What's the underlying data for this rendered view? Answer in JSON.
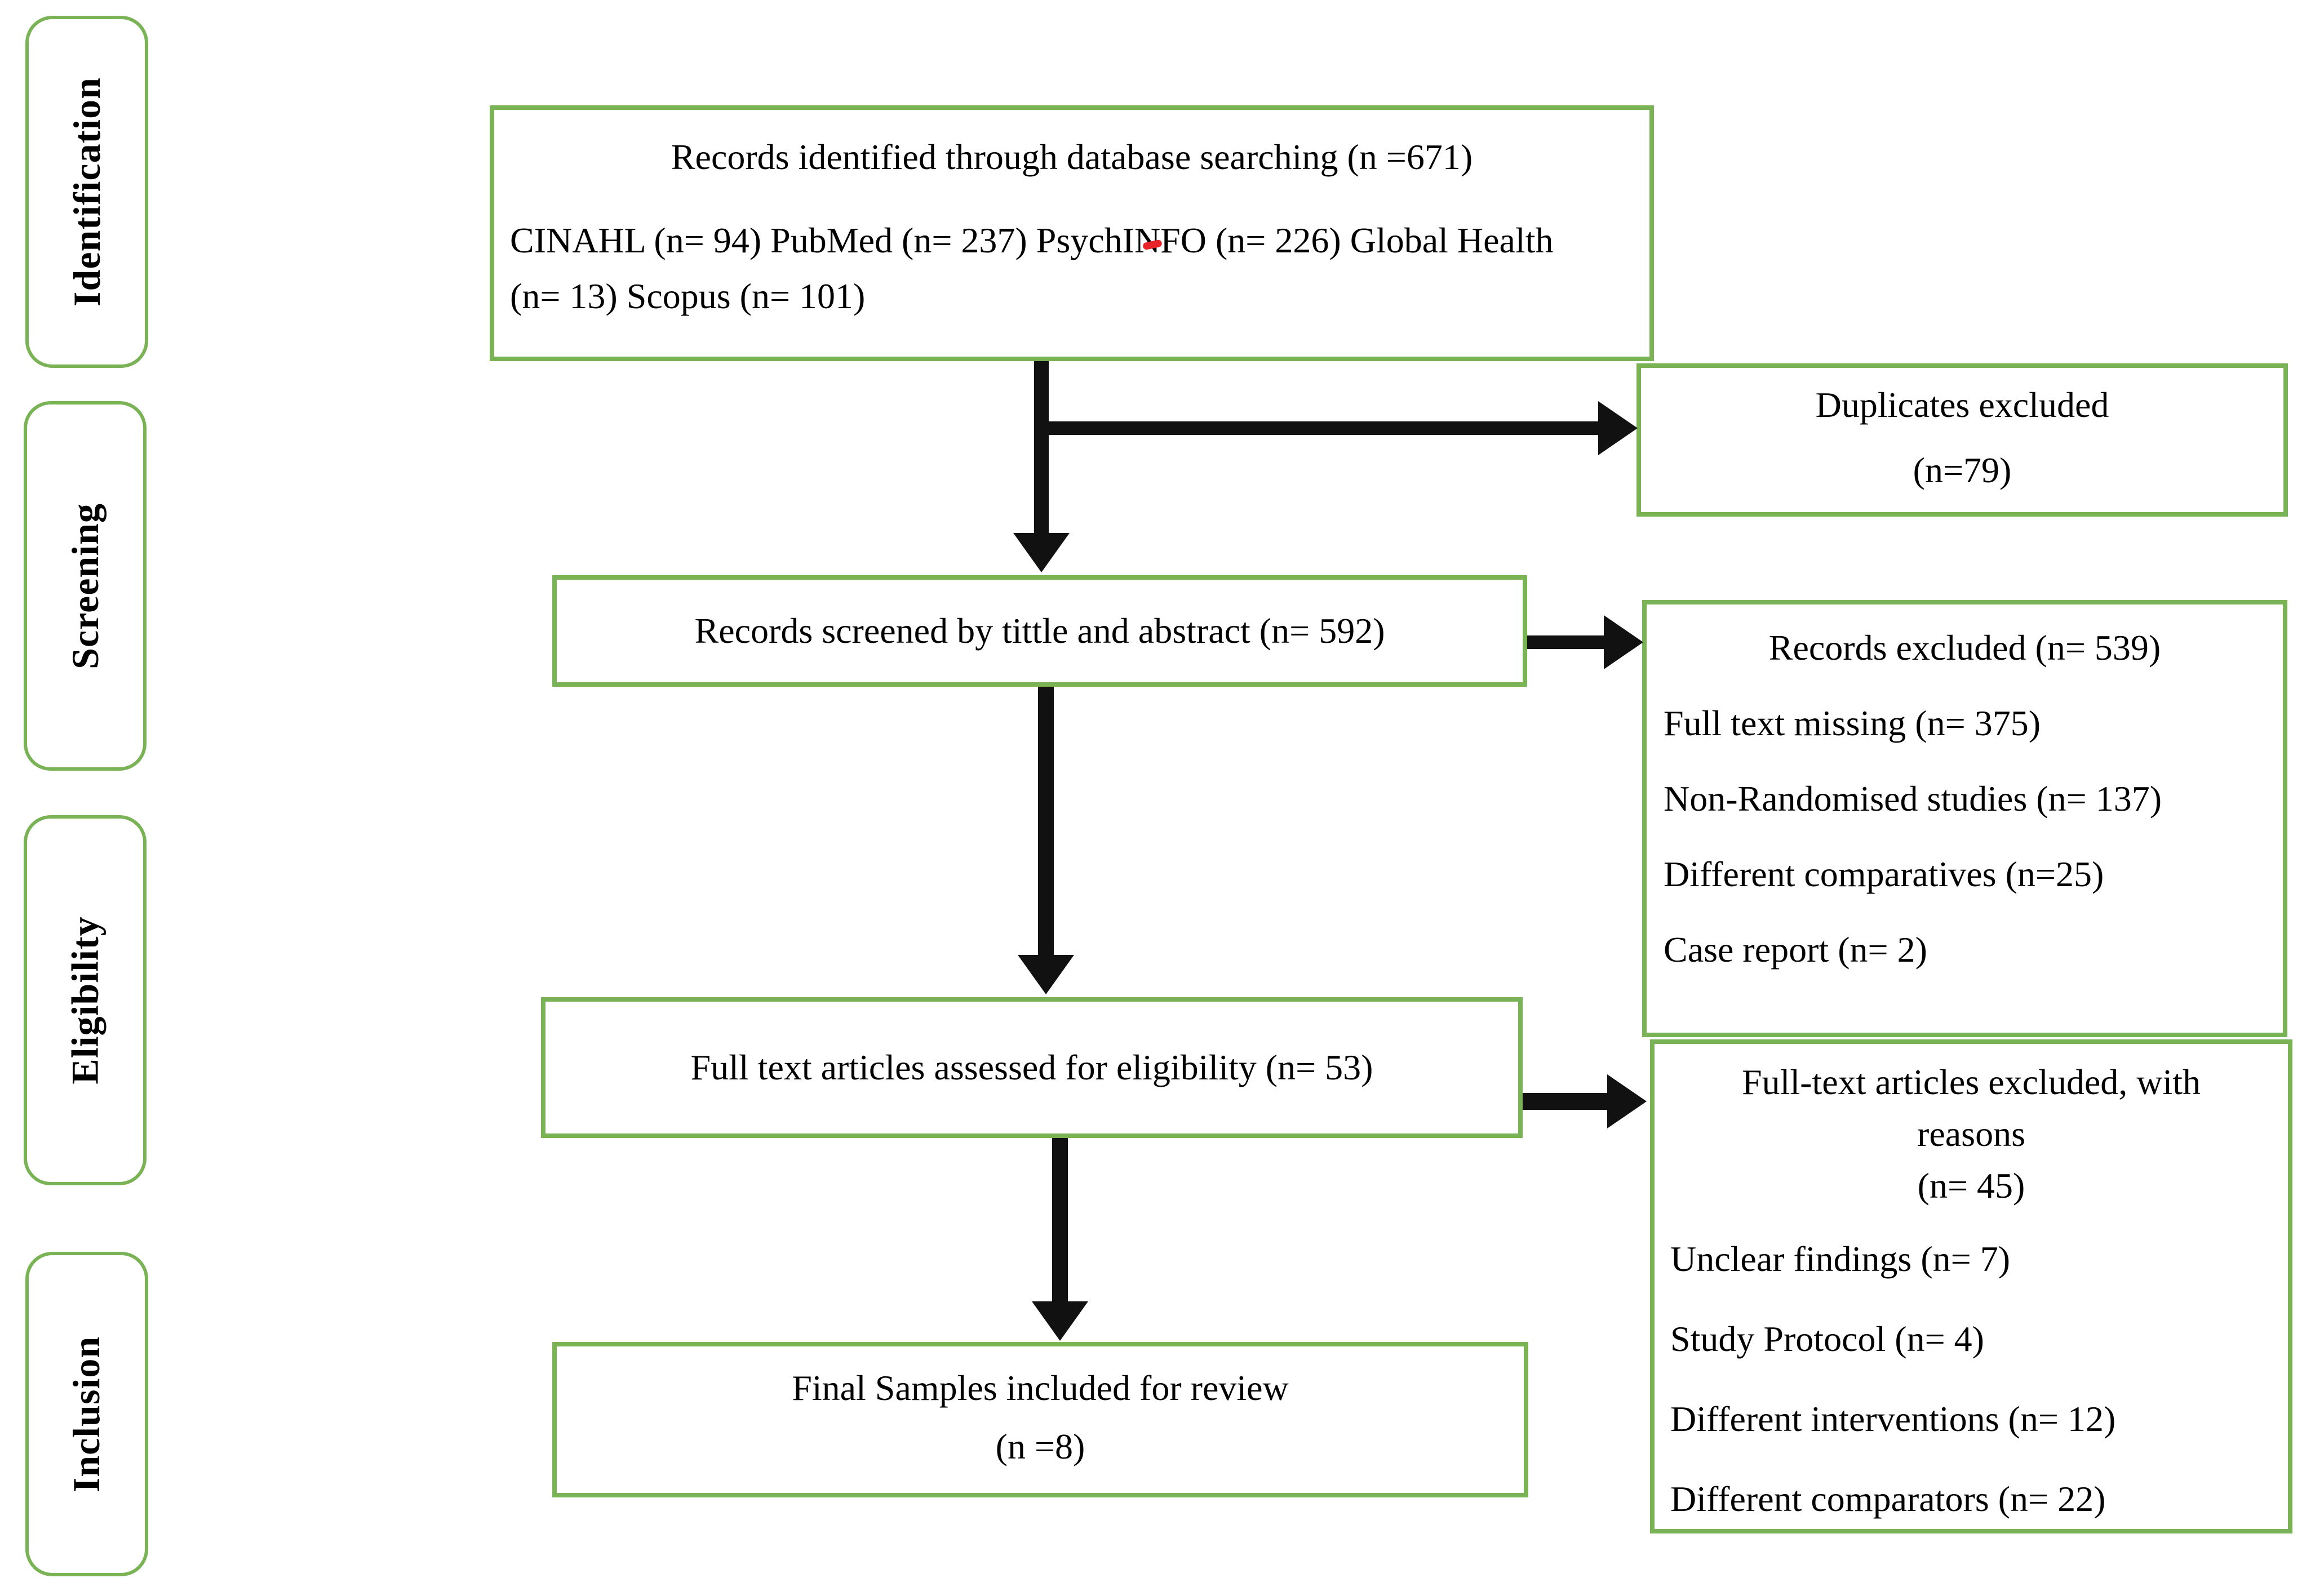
{
  "diagram": {
    "colors": {
      "box_border": "#7AB356",
      "arrow": "#111111",
      "text": "#000000",
      "background": "#ffffff",
      "artifact_red": "#e8232a"
    },
    "stages": [
      {
        "label": "Identification"
      },
      {
        "label": "Screening"
      },
      {
        "label": "Eligibility"
      },
      {
        "label": "Inclusion"
      }
    ],
    "boxes": {
      "identified": {
        "title": "Records identified through database searching (n =671)",
        "detail": "CINAHL (n= 94) PubMed (n= 237) PsychINFO (n= 226) Global Health (n= 13) Scopus (n= 101)"
      },
      "duplicates_excluded": {
        "title": "Duplicates excluded",
        "count": "(n=79)"
      },
      "screened": {
        "title": "Records screened by tittle and abstract (n= 592)"
      },
      "records_excluded": {
        "title": "Records excluded (n= 539)",
        "reasons": [
          "Full text missing (n= 375)",
          "Non-Randomised studies (n= 137)",
          "Different comparatives (n=25)",
          "Case report (n= 2)"
        ]
      },
      "full_text_assessed": {
        "title": "Full text articles assessed for eligibility (n= 53)"
      },
      "full_text_excluded": {
        "title_line1": "Full-text articles excluded, with",
        "title_line2": "reasons",
        "count": "(n= 45)",
        "reasons": [
          "Unclear findings (n= 7)",
          "Study Protocol (n= 4)",
          "Different interventions (n= 12)",
          "Different comparators (n= 22)"
        ]
      },
      "final_included": {
        "title": "Final Samples included for review",
        "count": "(n =8)"
      }
    }
  }
}
